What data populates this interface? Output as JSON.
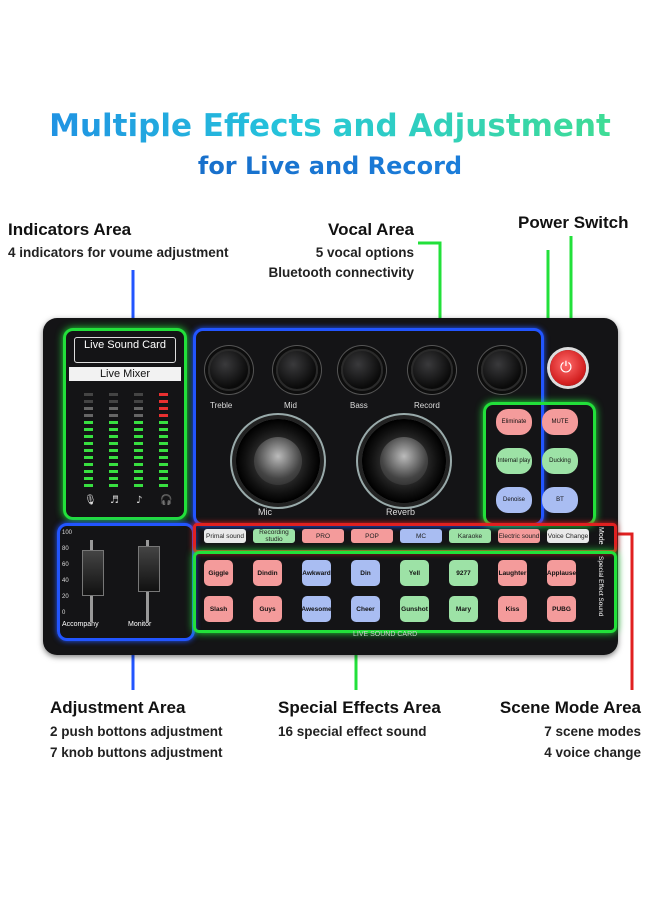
{
  "header": {
    "title": "Multiple Effects and Adjustment",
    "subtitle": "for Live and Record"
  },
  "callouts": {
    "indicators": {
      "title": "Indicators Area",
      "desc": "4 indicators for voume adjustment"
    },
    "vocal": {
      "title": "Vocal Area",
      "desc1": "5 vocal options",
      "desc2": "Bluetooth connectivity"
    },
    "power": {
      "title": "Power Switch"
    },
    "adjustment": {
      "title": "Adjustment Area",
      "desc1": "2 push bottons adjustment",
      "desc2": "7 knob buttons adjustment"
    },
    "special": {
      "title": "Special Effects Area",
      "desc1": "16 special effect sound"
    },
    "scene": {
      "title": "Scene Mode Area",
      "desc1": "7 scene modes",
      "desc2": "4 voice change"
    }
  },
  "device": {
    "brand": "Live Sound Card",
    "mixer_label": "Live Mixer",
    "footer_label": "LIVE SOUND CARD",
    "knobs": [
      "Treble",
      "Mid",
      "Bass",
      "Record",
      ""
    ],
    "big_knobs": [
      "Mic",
      "Reverb"
    ],
    "faders": [
      "Accompany",
      "Monitor"
    ],
    "fader_scale": [
      "100",
      "80",
      "60",
      "40",
      "20",
      "0"
    ],
    "side_buttons": [
      "Eliminate",
      "MUTE",
      "Internal play",
      "Ducking",
      "Denoise",
      "BT"
    ],
    "mode_label": "Mode",
    "special_label": "Special Effect Sound",
    "modes": [
      "Primal sound",
      "Recording studio",
      "PRO",
      "POP",
      "MC",
      "Karaoke",
      "Electric sound",
      "Voice Change"
    ],
    "effects_row1": [
      "Giggle",
      "Dindin",
      "Awkward",
      "Din",
      "Yell",
      "9277",
      "Laughter",
      "Applause"
    ],
    "effects_row2": [
      "Slash",
      "Guys",
      "Awesome",
      "Cheer",
      "Gunshot",
      "Mary",
      "Kiss",
      "PUBG"
    ]
  },
  "colors": {
    "green_box": "#22e03a",
    "blue_box": "#2255ff",
    "red_box": "#e02020",
    "power_red": "#e53935"
  }
}
